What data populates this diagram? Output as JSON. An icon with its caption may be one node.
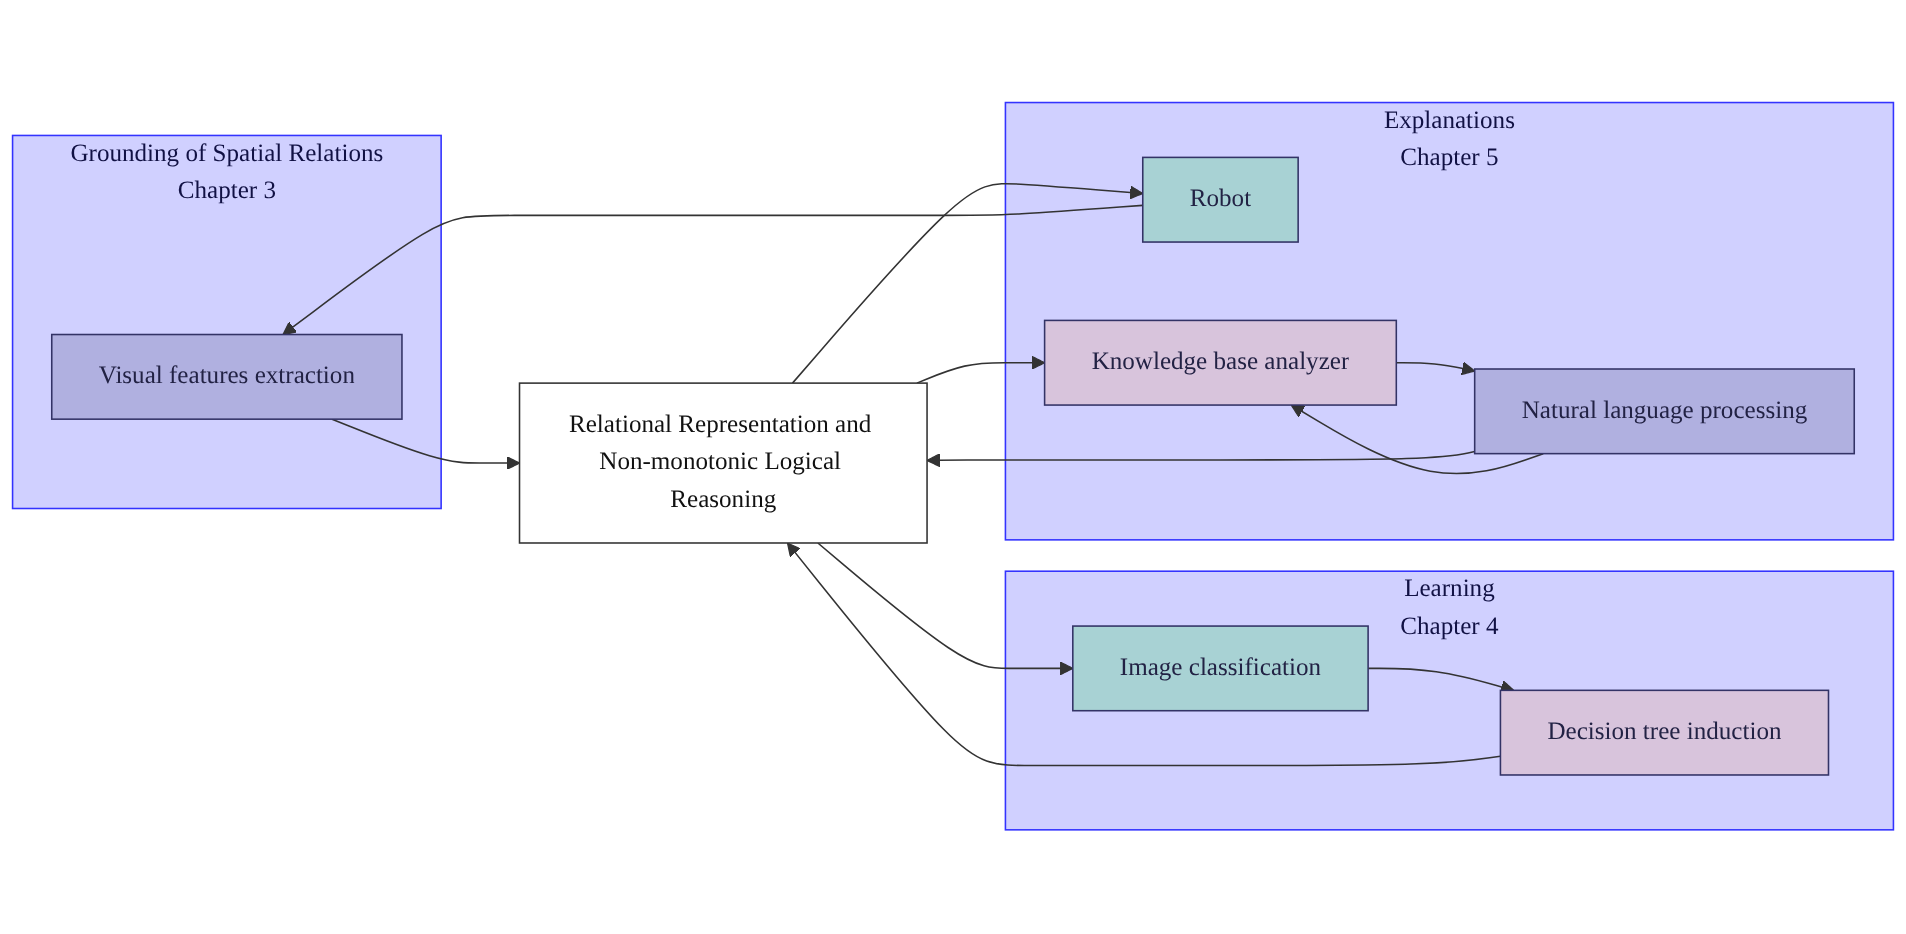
{
  "diagram": {
    "nodes": [
      {
        "text": [
          "Grounding of Spatial Relations",
          "Chapter 3"
        ]
      },
      {
        "text": [
          "Visual features extraction"
        ],
        "in": 0
      },
      {
        "text": [
          "Learning",
          "Chapter 4"
        ]
      },
      {
        "text": [
          "Decision tree induction"
        ],
        "in": 2
      },
      {
        "text": [
          "Image classification"
        ],
        "in": 2
      },
      {
        "text": [
          "Relational Representation and Non-monotonic Logical Reasoning"
        ]
      },
      {
        "text": [
          "Explanations",
          "Chapter 5"
        ]
      },
      {
        "text": [
          "Robot"
        ],
        "in": 6
      },
      {
        "text": [
          "Natural language processing"
        ],
        "in": 6
      },
      {
        "text": [
          "Knowledge base analyzer"
        ],
        "in": 6
      }
    ],
    "edges": [
      {
        "from": 1,
        "to": 5,
        "arrow": "to"
      },
      {
        "from": 3,
        "to": 5,
        "arrow": "to"
      },
      {
        "from": 4,
        "to": 3,
        "arrow": "to"
      },
      {
        "from": 5,
        "to": 4,
        "arrow": "to"
      },
      {
        "from": 7,
        "to": 1,
        "arrow": "to"
      },
      {
        "from": 5,
        "to": 7,
        "arrow": "to"
      },
      {
        "from": 8,
        "to": 5,
        "arrow": "to"
      },
      {
        "from": 9,
        "to": 8,
        "arrow": "to"
      },
      {
        "from": 8,
        "to": 9,
        "arrow": "to"
      },
      {
        "from": 5,
        "to": 9,
        "arrow": "to"
      }
    ]
  }
}
